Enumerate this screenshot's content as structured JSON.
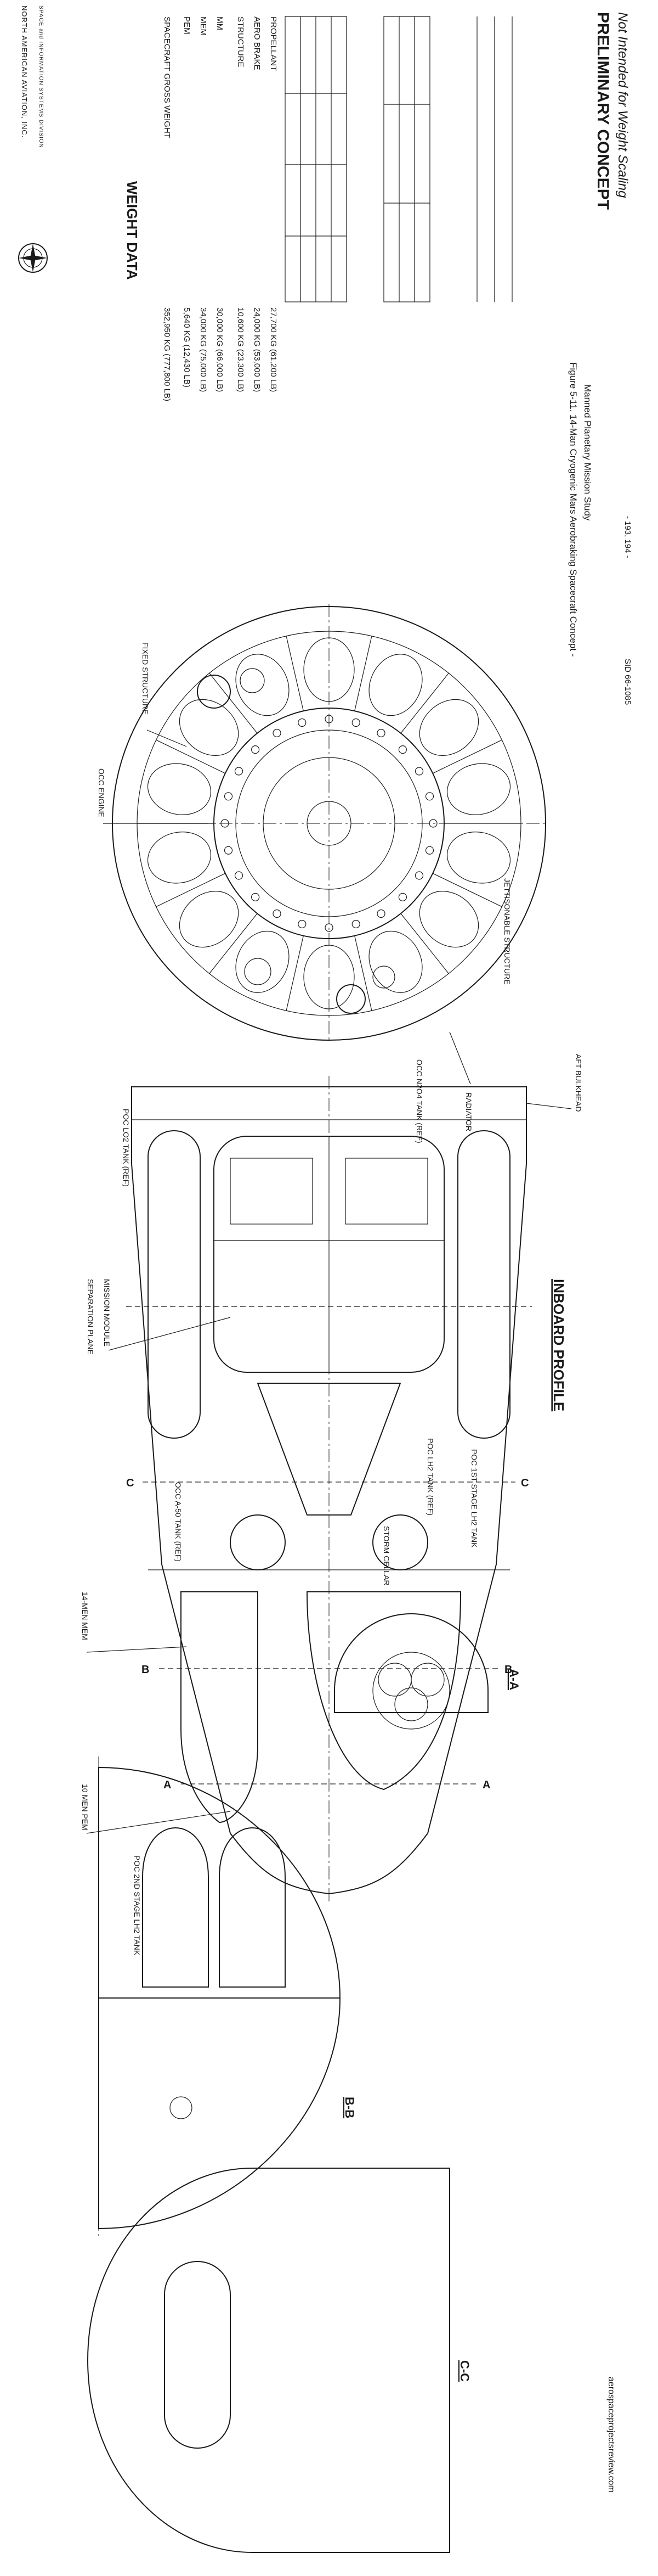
{
  "header": {
    "company": "NORTH AMERICAN AVIATION, INC.",
    "division": "SPACE and INFORMATION SYSTEMS DIVISION"
  },
  "stamp": {
    "line1": "PRELIMINARY CONCEPT",
    "line2": "Not Intended for Weight Scaling"
  },
  "weight_table": {
    "title": "WEIGHT DATA",
    "rows": [
      {
        "label": "SPACECRAFT GROSS WEIGHT",
        "value": "352,950 KG (777,800 LB)"
      },
      {
        "label": "PEM",
        "value": "5,640 KG (12,430 LB)"
      },
      {
        "label": "MEM",
        "value": "34,000 KG (75,000 LB)"
      },
      {
        "label": "MM",
        "value": "30,000 KG (66,000 LB)"
      },
      {
        "label": "STRUCTURE",
        "value": "10,600 KG (23,300 LB)"
      },
      {
        "label": "AERO BRAKE",
        "value": "24,000 KG (53,000 LB)"
      },
      {
        "label": "PROPELLANT",
        "value": "27,700 KG (61,200 LB)"
      }
    ]
  },
  "figure": {
    "caption_line1": "Figure 5-11. 14-Man Cryogenic Mars Aerobraking Spacecraft Concept -",
    "caption_line2": "Manned Planetary Mission Study",
    "page": "- 193, 194 -",
    "doc_id": "SID 66-1085",
    "watermark": "aerospaceprojectsreview.com"
  },
  "views": {
    "inboard_profile": "INBOARD PROFILE",
    "section_aa": "A-A",
    "section_bb": "B-B",
    "section_cc": "C-C",
    "cut_a": "A",
    "cut_b": "B",
    "cut_c": "C"
  },
  "labels": {
    "sep_plane": "SEPARATION PLANE",
    "mission_module": "MISSION MODULE",
    "pem": "10 MEN PEM",
    "mem": "14-MEN MEM",
    "aft_bulkhead": "AFT BULKHEAD",
    "poc_lo2": "POC LO2 TANK (REF)",
    "occ_n2o4": "OCC N2O4 TANK (REF)",
    "occ_a50": "OCC A-50 TANK (REF)",
    "poc_lh2": "POC LH2 TANK (REF)",
    "poc_2nd_stage": "POC 2ND STAGE LH2 TANK",
    "poc_1st_stage": "POC 1ST STAGE LH2 TANK",
    "occ_engine": "OCC ENGINE",
    "fixed_structure": "FIXED STRUCTURE",
    "jettisonable": "JETTISONABLE STRUCTURE",
    "radiator": "RADIATOR",
    "storm_cellar": "STORM CELLAR"
  }
}
